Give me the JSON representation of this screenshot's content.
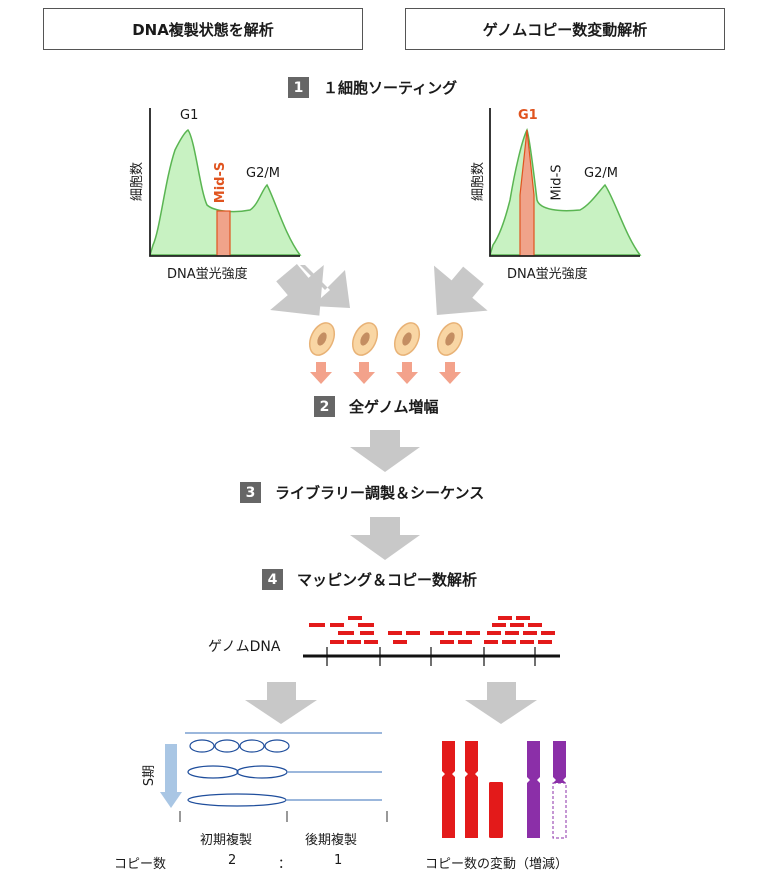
{
  "header": {
    "left": "DNA複製状態を解析",
    "right": "ゲノムコピー数変動解析"
  },
  "steps": [
    {
      "num": "1",
      "label": "１細胞ソーティング"
    },
    {
      "num": "2",
      "label": "全ゲノム増幅"
    },
    {
      "num": "3",
      "label": "ライブラリー調製＆シーケンス"
    },
    {
      "num": "4",
      "label": "マッピング＆コピー数解析"
    }
  ],
  "histograms": {
    "left": {
      "y_label": "細胞数",
      "x_label": "DNA蛍光強度",
      "g1": "G1",
      "mid_s": "Mid-S",
      "g2m": "G2/M",
      "highlight": "Mid-S"
    },
    "right": {
      "y_label": "細胞数",
      "x_label": "DNA蛍光強度",
      "g1": "G1",
      "mid_s": "Mid-S",
      "g2m": "G2/M",
      "highlight": "G1"
    }
  },
  "genome_label": "ゲノムDNA",
  "replication": {
    "s_phase": "S期",
    "early": "初期複製",
    "late": "後期複製",
    "copy_label": "コピー数",
    "ratio_left": "2",
    "ratio_sep": "：",
    "ratio_right": "1"
  },
  "cnv_label": "コピー数の変動（増減）",
  "colors": {
    "highlight": "#e0541f",
    "histogram_fill": "#c8f2c2",
    "histogram_stroke": "#5ab552",
    "bar_fill": "#f0a38a",
    "arrow_gray": "#c8c8c8",
    "read_red": "#e31a1a",
    "chrom_red": "#e31a1a",
    "chrom_purple": "#8b2fa8",
    "s_arrow": "#a9c6e4",
    "fork_blue": "#1f4e9c"
  }
}
